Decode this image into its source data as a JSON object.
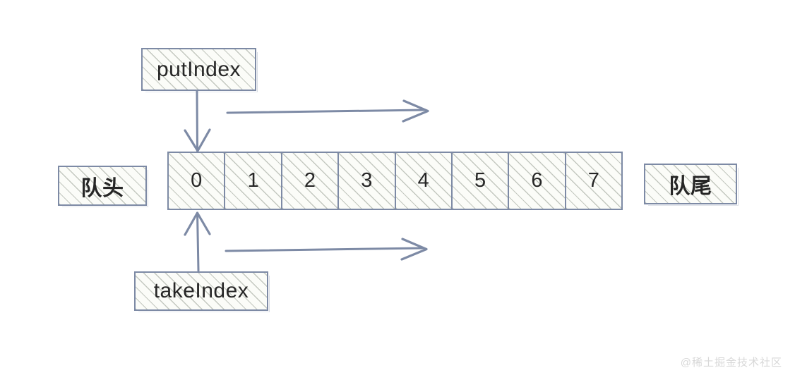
{
  "diagram": {
    "title": "ArrayBlockingQueue circular array indices",
    "background_color": "#ffffff",
    "stroke_color": "#7d8aa5",
    "fill_color": "#fbfcf8",
    "hatch_color": "#969e91",
    "text_color": "#262626"
  },
  "boxes": {
    "put_index": {
      "label": "putIndex"
    },
    "take_index": {
      "label": "takeIndex"
    },
    "queue_head": {
      "label": "队头"
    },
    "queue_tail": {
      "label": "队尾"
    }
  },
  "array": {
    "cells": [
      {
        "value": "0"
      },
      {
        "value": "1"
      },
      {
        "value": "2"
      },
      {
        "value": "3"
      },
      {
        "value": "4"
      },
      {
        "value": "5"
      },
      {
        "value": "6"
      },
      {
        "value": "7"
      }
    ]
  },
  "arrows": {
    "put_to_cell": {
      "name": "putIndex-down-arrow",
      "direction": "down",
      "target_cell": "0"
    },
    "take_to_cell": {
      "name": "takeIndex-up-arrow",
      "direction": "up",
      "target_cell": "0"
    },
    "top_flow": {
      "name": "put-direction-arrow",
      "direction": "right"
    },
    "bottom_flow": {
      "name": "take-direction-arrow",
      "direction": "right"
    }
  },
  "watermark": {
    "text": "@稀土掘金技术社区"
  }
}
